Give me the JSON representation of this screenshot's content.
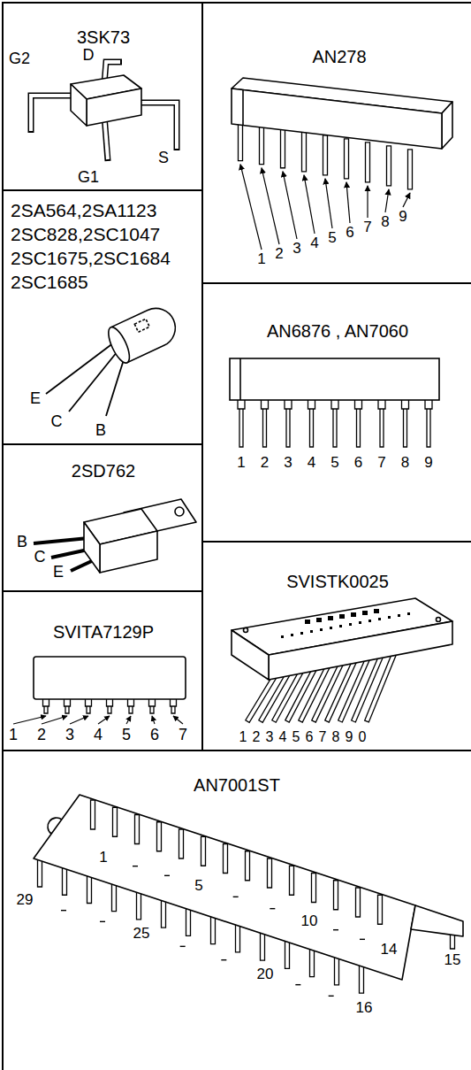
{
  "diagram": {
    "nodes": [
      {
        "text": [
          "3SK73"
        ]
      },
      {
        "text": [
          "AN278"
        ]
      },
      {
        "text": [
          "2SA564,2SA1123 2SC828,2SC1047 2SC1675,2SC1684 2SC1685"
        ]
      },
      {
        "text": [
          "AN6876 , AN7060"
        ]
      },
      {
        "text": [
          "2SD762"
        ]
      },
      {
        "text": [
          "SVISTK0025"
        ]
      },
      {
        "text": [
          "SVITA7129P"
        ]
      },
      {
        "text": [
          "AN7001ST"
        ]
      }
    ],
    "labels": [
      "G2",
      "D",
      "S",
      "G1",
      "E",
      "C",
      "B",
      "B",
      "C",
      "E",
      "1",
      "2",
      "3",
      "4",
      "5",
      "6",
      "7",
      "8",
      "9",
      "1",
      "2",
      "3",
      "4",
      "5",
      "6",
      "7",
      "8",
      "9",
      "1",
      "2",
      "3",
      "4",
      "5",
      "6",
      "7",
      "1",
      "2",
      "3",
      "4",
      "5",
      "6",
      "7",
      "8",
      "9",
      "0",
      "1",
      "5",
      "10",
      "14",
      "15",
      "29",
      "25",
      "20",
      "16"
    ]
  }
}
